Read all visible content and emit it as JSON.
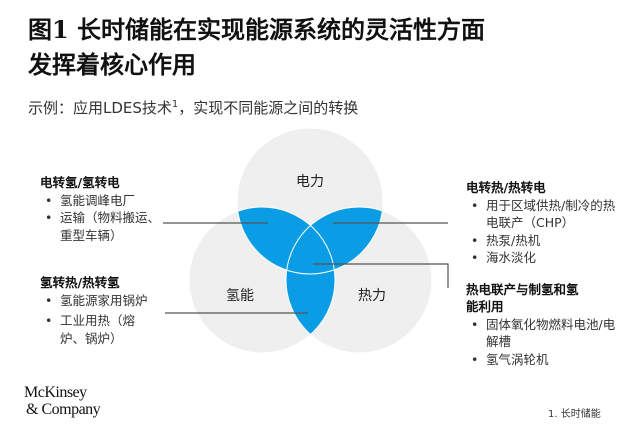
{
  "title": {
    "line1": "图1 长时储能在实现能源系统的灵活性方面",
    "line2": "发挥着核心作用"
  },
  "subtitle": {
    "text": "示例：应用LDES技术",
    "sup": "1",
    "text2": "，实现不同能源之间的转换"
  },
  "venn": {
    "circles": [
      "电力",
      "氢能",
      "热力"
    ],
    "circle_color": "#efefef",
    "overlap_color": "#0a9de6"
  },
  "left_blocks": [
    {
      "header": "电转氢/氢转电",
      "items": [
        "氢能调峰电厂",
        "运输（物料搬运、重型车辆）"
      ]
    },
    {
      "header": "氢转热/热转氢",
      "items": [
        "氢能源家用锅炉",
        "工业用热（熔炉、锅炉）"
      ]
    }
  ],
  "right_blocks": [
    {
      "header": "电转热/热转电",
      "items": [
        "用于区域供热/制冷的热电联产（CHP）",
        "热泵/热机",
        "海水淡化"
      ]
    },
    {
      "header": "热电联产与制氢和氢能利用",
      "items": [
        "固体氧化物燃料电池/电解槽",
        "氢气涡轮机"
      ]
    }
  ],
  "logo": {
    "line1": "McKinsey",
    "line2": "& Company"
  },
  "footnote": "1. 长时储能"
}
